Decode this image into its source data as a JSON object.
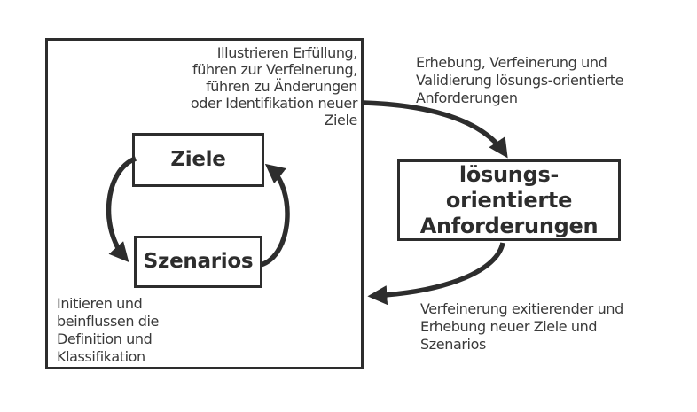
{
  "diagram": {
    "nodes": {
      "ziele_label": "Ziele",
      "szenarios_label": "Szenarios",
      "solution_label": "lösungs-\norientierte\nAnforderungen"
    },
    "annotations": {
      "top_left": "Illustrieren Erfüllung,\nführen zur Verfeinerung,\nführen zu Änderungen\noder Identifikation neuer\nZiele",
      "top_right": "Erhebung, Verfeinerung und\nValidierung lösungs-orientierte\nAnforderungen",
      "bottom_left": "Initieren und\nbeinflussen die\nDefinition und\nKlassifikation",
      "bottom_right": "Verfeinerung exitierender und\nErhebung neuer Ziele und\nSzenarios"
    },
    "colors": {
      "ink": "#2d2d2d",
      "text": "#3a3a3a",
      "background": "#ffffff"
    }
  }
}
